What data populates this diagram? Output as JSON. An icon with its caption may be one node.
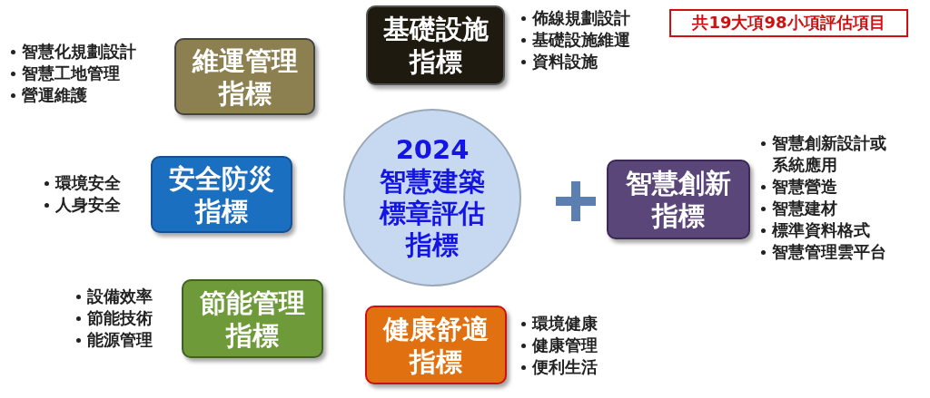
{
  "diagram": {
    "nodes": [
      {
        "text": [
          "基礎設施指標"
        ],
        "beside": [
          "佈線規劃設計",
          "基礎設施維運",
          "資料設施"
        ]
      },
      {
        "text": [
          "維運管理指標"
        ],
        "beside": [
          "智慧化規劃設計",
          "智慧工地管理",
          "營運維護"
        ]
      },
      {
        "text": [
          "安全防災指標"
        ],
        "beside": [
          "環境安全",
          "人身安全"
        ]
      },
      {
        "text": [
          "2024",
          "智慧建築標章評估指標"
        ]
      },
      {
        "text": [
          "智慧創新指標"
        ],
        "beside": [
          "智慧創新設計或系統應用",
          "智慧營造",
          "智慧建材",
          "標準資料格式",
          "智慧管理雲平台"
        ]
      },
      {
        "text": [
          "節能管理指標"
        ],
        "beside": [
          "設備效率",
          "節能技術",
          "能源管理"
        ]
      },
      {
        "text": [
          "健康舒適指標"
        ],
        "beside": [
          "環境健康",
          "健康管理",
          "便利生活"
        ]
      }
    ],
    "labels": [
      "共19大項98小項評估項目"
    ]
  }
}
